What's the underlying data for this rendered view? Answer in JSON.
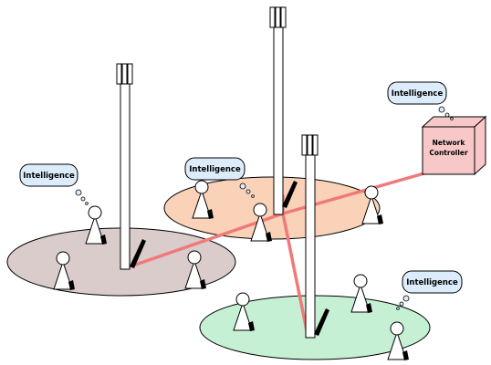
{
  "labels": {
    "intelligence": "Intelligence",
    "network_controller_line1": "Network",
    "network_controller_line2": "Controller"
  },
  "colors": {
    "cell_left": "#d9cccb",
    "cell_middle": "#f9d2b8",
    "cell_bottom": "#c6f0d4",
    "bubble_fill": "#dcecfb",
    "controller_fill": "#f8c8c8",
    "link": "#f07a7a"
  },
  "icons": [
    "antenna-tower-icon",
    "user-figure-icon",
    "thought-bubble-icon",
    "controller-box-icon"
  ]
}
